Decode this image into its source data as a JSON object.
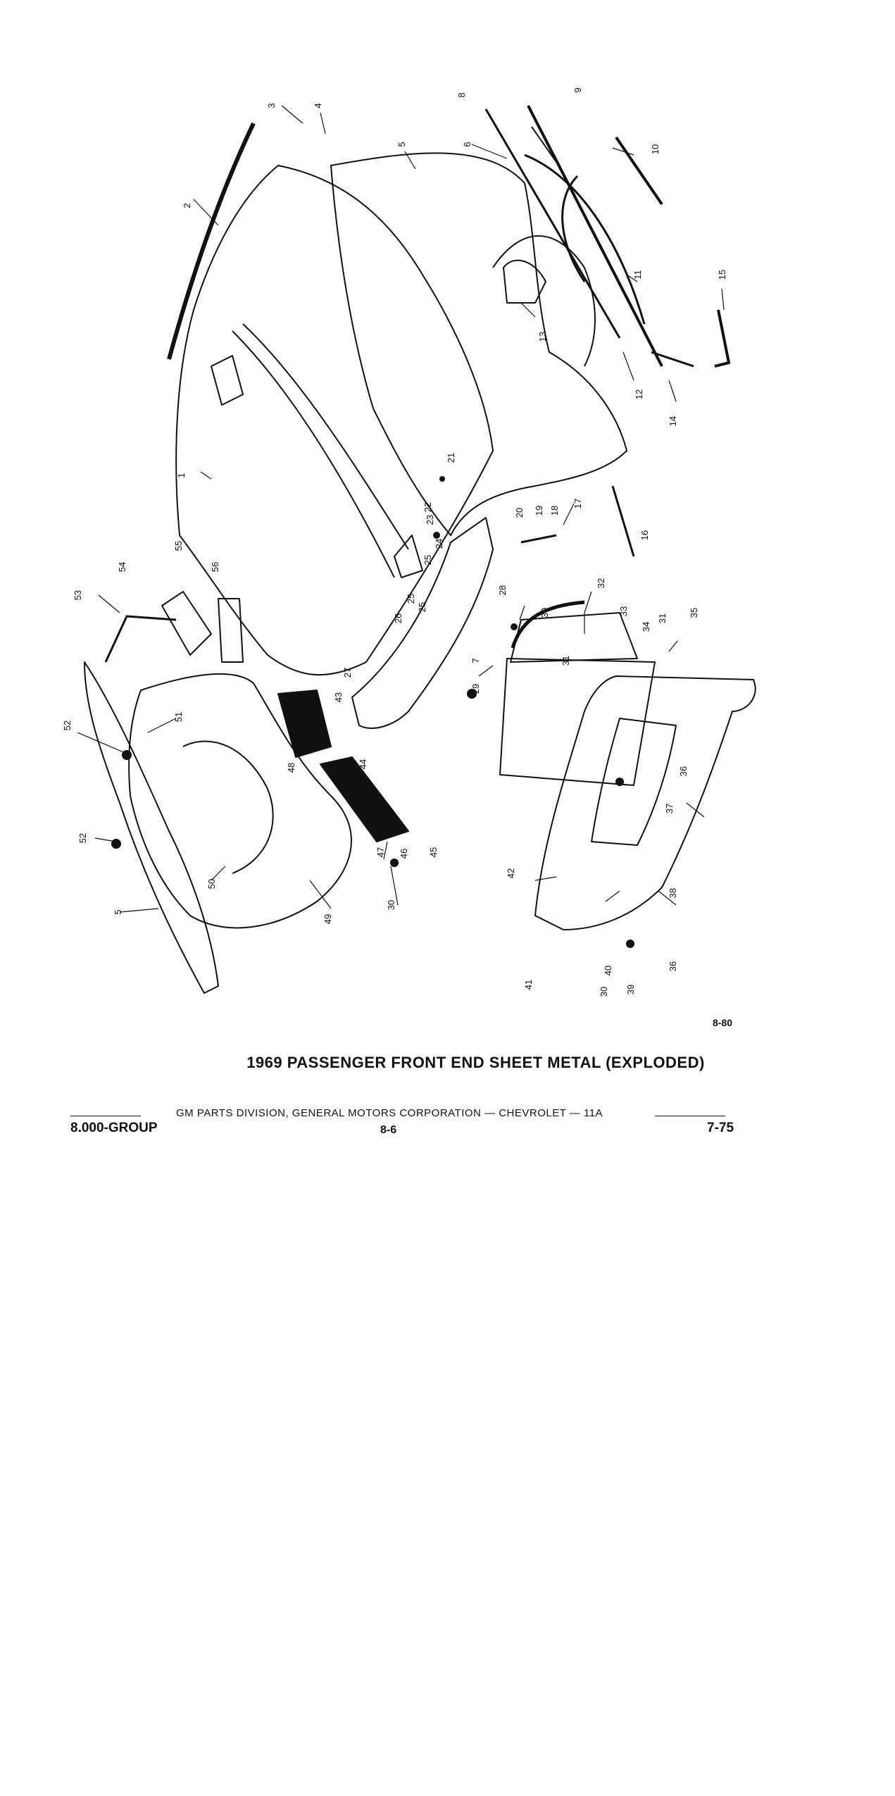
{
  "figure": {
    "caption": "1969 PASSENGER FRONT END SHEET METAL (EXPLODED)",
    "figure_number": "8-80",
    "callouts": [
      "1",
      "2",
      "3",
      "4",
      "5",
      "5",
      "6",
      "7",
      "8",
      "9",
      "10",
      "11",
      "12",
      "13",
      "14",
      "15",
      "16",
      "17",
      "18",
      "19",
      "20",
      "21",
      "22",
      "23",
      "24",
      "25",
      "25",
      "25",
      "26",
      "27",
      "28",
      "29",
      "30",
      "30",
      "30",
      "31",
      "31",
      "32",
      "33",
      "34",
      "35",
      "36",
      "36",
      "37",
      "38",
      "39",
      "40",
      "41",
      "42",
      "43",
      "44",
      "45",
      "46",
      "47",
      "48",
      "49",
      "50",
      "51",
      "52",
      "52",
      "53",
      "54",
      "55",
      "56"
    ]
  },
  "footer": {
    "publisher": "GM PARTS DIVISION, GENERAL MOTORS CORPORATION — CHEVROLET — 11A",
    "group": "8.000-GROUP",
    "page": "8-6",
    "date": "7-75"
  }
}
